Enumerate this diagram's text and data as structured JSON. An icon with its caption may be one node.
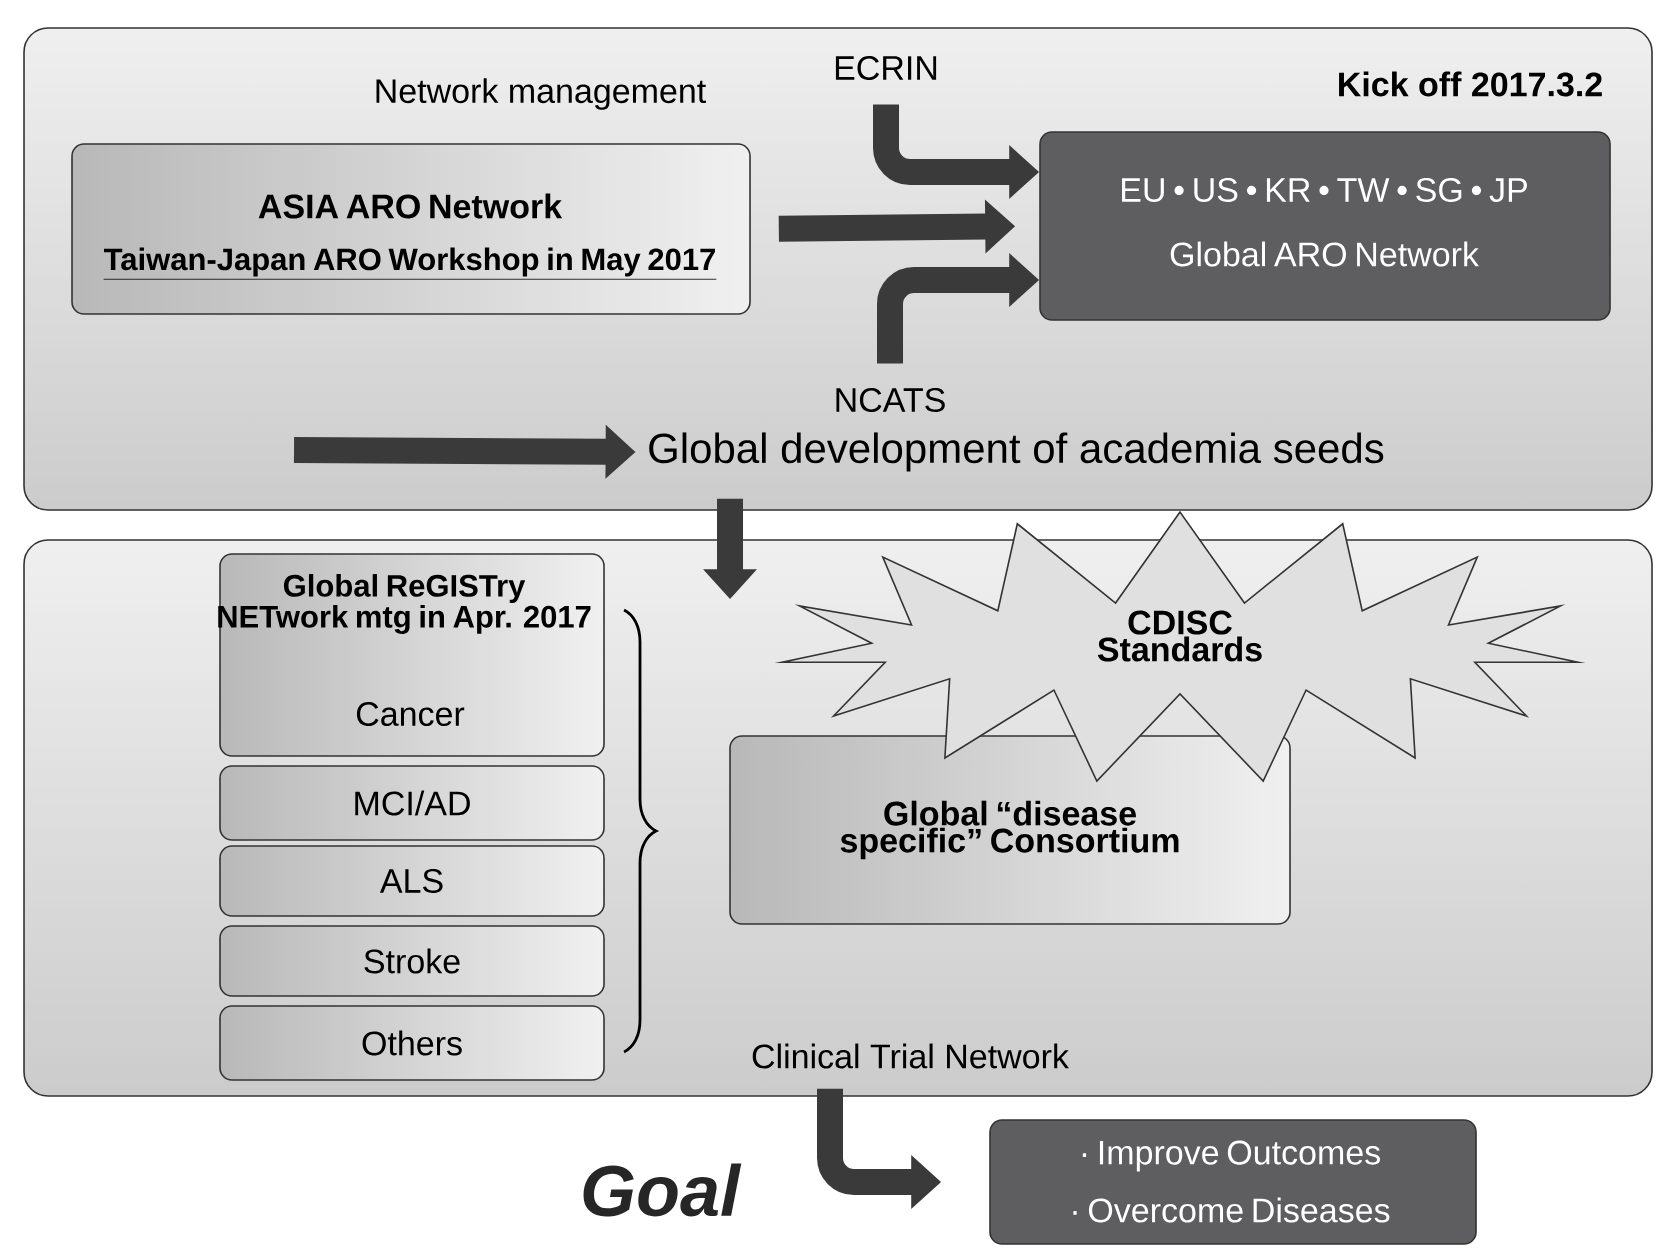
{
  "diagram": {
    "nodes": [
      {
        "text": [
          "Network management",
          "Kick off 2017.3.2"
        ]
      },
      {
        "text": [
          "ASIA ARO Network",
          "Taiwan-Japan ARO Workshop in May 2017"
        ],
        "in": 0
      },
      {
        "text": [
          "EU • US • KR • TW • SG • JP",
          "Global ARO Network"
        ],
        "in": 0
      },
      {
        "text": [
          "ECRIN"
        ],
        "in": 0
      },
      {
        "text": [
          "NCATS"
        ],
        "in": 0
      },
      {
        "text": [
          "Global development of academia seeds"
        ],
        "in": 0
      },
      {
        "text": [
          "Clinical Trial Network"
        ]
      },
      {
        "text": [
          "Global ReGISTry NETwork mtg in Apr. 2017",
          "Cancer"
        ],
        "in": 6
      },
      {
        "text": [
          "MCI/AD"
        ],
        "in": 6
      },
      {
        "text": [
          "ALS"
        ],
        "in": 6
      },
      {
        "text": [
          "Stroke"
        ],
        "in": 6
      },
      {
        "text": [
          "Others"
        ],
        "in": 6
      },
      {
        "text": [
          "CDISC Standards"
        ]
      },
      {
        "text": [
          "Global “disease specific” Consortium"
        ],
        "in": 6
      },
      {
        "text": [
          "· Improve Outcomes",
          "· Overcome Diseases"
        ]
      }
    ],
    "edges": [
      {
        "from": 1,
        "to": 2,
        "arrow": "to"
      },
      {
        "from": 3,
        "to": 2,
        "arrow": "to"
      },
      {
        "from": 4,
        "to": 2,
        "arrow": "to"
      },
      {
        "from": null,
        "to": 5,
        "arrow": "to"
      },
      {
        "from": 0,
        "to": 6,
        "arrow": "to"
      },
      {
        "from": 6,
        "to": 14,
        "arrow": "to"
      }
    ],
    "labels": [
      "Goal"
    ]
  }
}
